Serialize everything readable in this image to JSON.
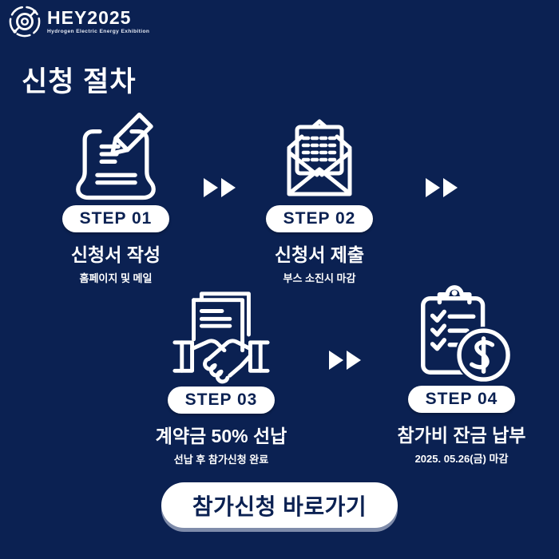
{
  "colors": {
    "background": "#0b2152",
    "foreground": "#ffffff",
    "badge_text": "#0b2152",
    "cta_shadow": "#949fba"
  },
  "header": {
    "logo_title": "HEY2025",
    "logo_subtitle": "Hydrogen Electric Energy Exhibition"
  },
  "page_title": "신청 절차",
  "steps": [
    {
      "badge": "STEP 01",
      "title": "신청서 작성",
      "subtitle": "홈페이지 및 메일",
      "icon": "scroll-pencil-icon"
    },
    {
      "badge": "STEP 02",
      "title": "신청서 제출",
      "subtitle": "부스 소진시 마감",
      "icon": "envelope-letter-icon"
    },
    {
      "badge": "STEP 03",
      "title": "계약금 50% 선납",
      "subtitle": "선납 후 참가신청 완료",
      "icon": "handshake-contract-icon"
    },
    {
      "badge": "STEP 04",
      "title": "참가비 잔금 납부",
      "subtitle": "2025. 05.26(금) 마감",
      "icon": "clipboard-dollar-icon"
    }
  ],
  "cta": {
    "label": "참가신청 바로가기"
  }
}
